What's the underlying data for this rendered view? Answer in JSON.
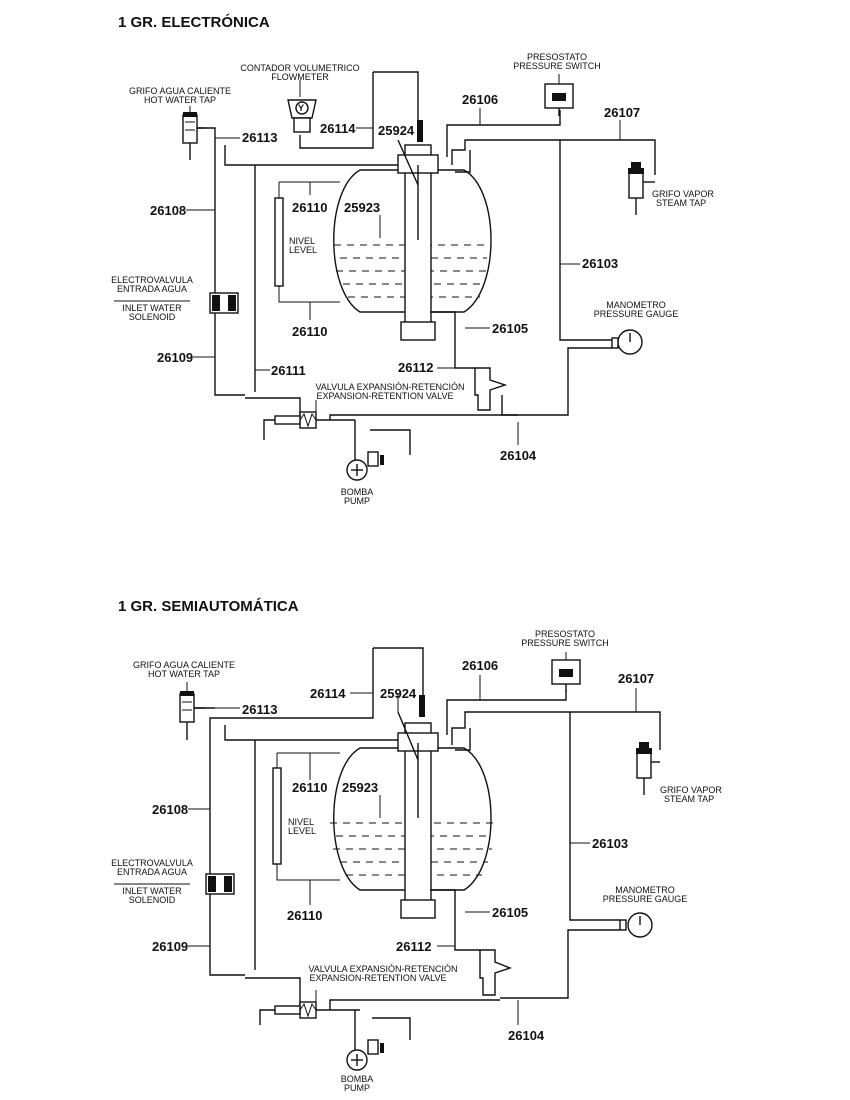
{
  "diagrams": [
    {
      "title": "1 GR. ELECTRÓNICA",
      "flowmeter": [
        "CONTADOR VOLUMETRICO",
        "FLOWMETER"
      ],
      "hot_water_tap": [
        "GRIFO AGUA CALIENTE",
        "HOT WATER TAP"
      ],
      "pressure_switch": [
        "PRESOSTATO",
        "PRESSURE SWITCH"
      ],
      "steam_tap": [
        "GRIFO VAPOR",
        "STEAM TAP"
      ],
      "level": [
        "NIVEL",
        "LEVEL"
      ],
      "inlet_solenoid": [
        "ELECTROVALVULA",
        "ENTRADA AGUA",
        "INLET WATER",
        "SOLENOID"
      ],
      "pressure_gauge": [
        "MANOMETRO",
        "PRESSURE GAUGE"
      ],
      "expansion_valve": [
        "VALVULA EXPANSIÓN-RETENCIÓN",
        "EXPANSION-RETENTION VALVE"
      ],
      "pump": [
        "BOMBA",
        "PUMP"
      ],
      "parts": {
        "p26106": "26106",
        "p26107": "26107",
        "p26113": "26113",
        "p26114": "26114",
        "p25924": "25924",
        "p26108": "26108",
        "p26110a": "26110",
        "p25923": "25923",
        "p26103": "26103",
        "p26110b": "26110",
        "p26105": "26105",
        "p26109": "26109",
        "p26111": "26111",
        "p26112": "26112",
        "p26104": "26104"
      }
    },
    {
      "title": "1 GR. SEMIAUTOMÁTICA",
      "hot_water_tap": [
        "GRIFO AGUA CALIENTE",
        "HOT WATER TAP"
      ],
      "pressure_switch": [
        "PRESOSTATO",
        "PRESSURE SWITCH"
      ],
      "steam_tap": [
        "GRIFO VAPOR",
        "STEAM TAP"
      ],
      "level": [
        "NIVEL",
        "LEVEL"
      ],
      "inlet_solenoid": [
        "ELECTROVALVULA",
        "ENTRADA AGUA",
        "INLET WATER",
        "SOLENOID"
      ],
      "pressure_gauge": [
        "MANOMETRO",
        "PRESSURE GAUGE"
      ],
      "expansion_valve": [
        "VALVULA EXPANSIÓN-RETENCIÓN",
        "EXPANSION-RETENTION VALVE"
      ],
      "pump": [
        "BOMBA",
        "PUMP"
      ],
      "parts": {
        "p26106": "26106",
        "p26107": "26107",
        "p26113": "26113",
        "p26114": "26114",
        "p25924": "25924",
        "p26110a": "26110",
        "p25923": "25923",
        "p26108": "26108",
        "p26103": "26103",
        "p26110b": "26110",
        "p26105": "26105",
        "p26109": "26109",
        "p26112": "26112",
        "p26104": "26104"
      }
    }
  ]
}
